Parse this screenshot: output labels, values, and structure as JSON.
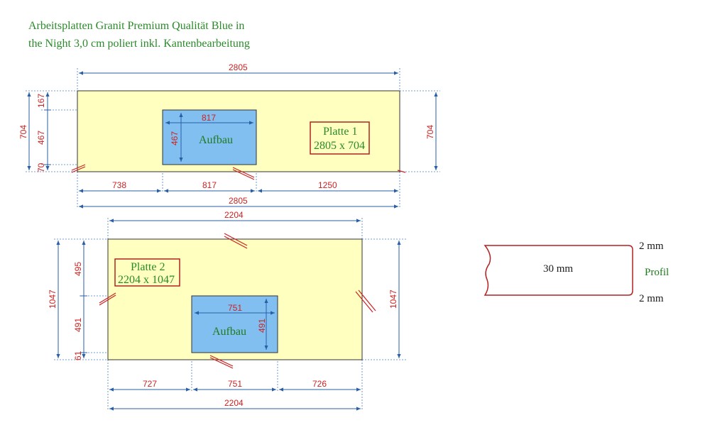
{
  "title": {
    "line1": "Arbeitsplatten Granit Premium Qualität Blue in",
    "line2": "the Night 3,0 cm poliert inkl. Kantenbearbeitung"
  },
  "colors": {
    "slab": "#ffffc0",
    "cutout": "#80bff0",
    "dimension_line": "#2a5fa8",
    "dimension_text": "#cc2222",
    "label_text": "#2a8a2a",
    "label_border": "#b22222"
  },
  "plate1": {
    "label_line1": "Platte 1",
    "label_line2": "2805 x 704",
    "cutout_label": "Aufbau",
    "dims": {
      "top_total": "2805",
      "bottom_total": "2805",
      "left_total": "704",
      "right_total": "704",
      "left_top": "167",
      "left_mid": "467",
      "left_bottom": "70",
      "cut_width": "817",
      "cut_height": "467",
      "seg_left": "738",
      "seg_mid": "817",
      "seg_right": "1250"
    }
  },
  "plate2": {
    "label_line1": "Platte 2",
    "label_line2": "2204 x 1047",
    "cutout_label": "Aufbau",
    "dims": {
      "top_total": "2204",
      "bottom_total": "2204",
      "left_total": "1047",
      "right_total": "1047",
      "left_top": "495",
      "left_mid": "491",
      "left_bottom": "61",
      "cut_width": "751",
      "cut_height": "491",
      "seg_left": "727",
      "seg_mid": "751",
      "seg_right": "726"
    }
  },
  "profile": {
    "thickness": "30 mm",
    "top_chamfer": "2 mm",
    "bottom_chamfer": "2 mm",
    "label": "Profil"
  }
}
